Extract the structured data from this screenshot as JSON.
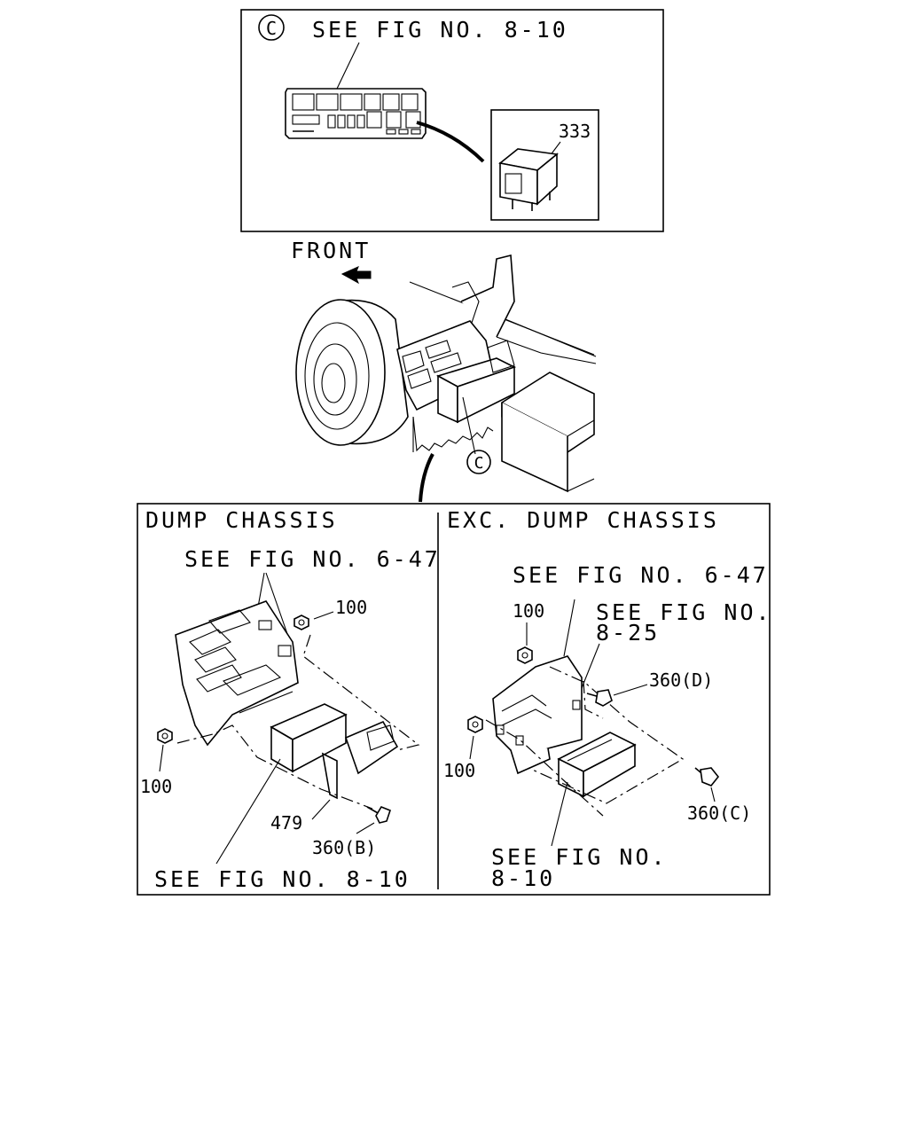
{
  "callout": {
    "marker": "C",
    "see_fig": "SEE FIG NO. 8-10",
    "part_number": "333"
  },
  "overview": {
    "front_label": "FRONT",
    "marker": "C"
  },
  "dump_chassis": {
    "title": "DUMP CHASSIS",
    "see_fig_top": "SEE FIG NO. 6-47",
    "see_fig_bottom": "SEE FIG NO. 8-10",
    "parts": {
      "nut_upper": "100",
      "nut_lower": "100",
      "bracket": "479",
      "bolt": "360(B)"
    }
  },
  "exc_dump_chassis": {
    "title": "EXC. DUMP CHASSIS",
    "see_fig_top": "SEE FIG NO. 6-47",
    "see_fig_mid_line1": "SEE FIG NO.",
    "see_fig_mid_line2": "8-25",
    "see_fig_bottom_line1": "SEE FIG NO.",
    "see_fig_bottom_line2": "8-10",
    "parts": {
      "nut_upper": "100",
      "nut_lower": "100",
      "bolt_d": "360(D)",
      "bolt_c": "360(C)"
    }
  }
}
